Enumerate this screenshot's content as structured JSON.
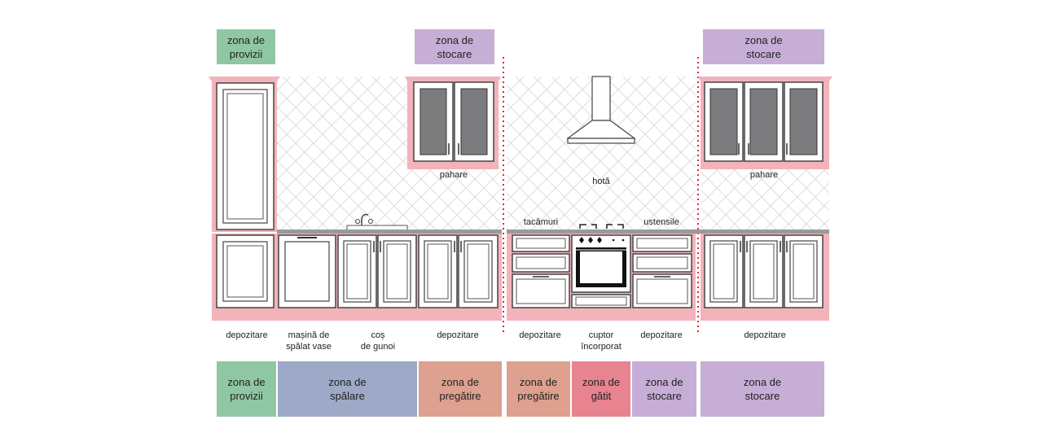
{
  "colors": {
    "provizii": "#8fc7a4",
    "spalare": "#9da9c6",
    "pregatire": "#dea08f",
    "gatit": "#e88390",
    "stocare": "#c6aed6",
    "cabinet_trim": "#f2b3bb",
    "divider": "#d6283c",
    "glass": "#7c7c7e"
  },
  "top_zones": {
    "provizii": "zona de\nprovizii",
    "stocare_left": "zona de\nstocare",
    "stocare_right": "zona de\nstocare"
  },
  "labels": {
    "pahare_left": "pahare",
    "pahare_right": "pahare",
    "hota": "hotă",
    "tacamuri": "tacâmuri",
    "ustensile": "ustensile"
  },
  "bottom_labels": [
    "depozitare",
    "mașină de\nspălat vase",
    "coș\nde gunoi",
    "depozitare",
    "depozitare",
    "cuptor\nîncorporat",
    "depozitare",
    "depozitare"
  ],
  "bottom_zones": [
    "zona de\nprovizii",
    "zona de\nspălare",
    "zona de\npregătire",
    "zona de\npregătire",
    "zona de\ngătit",
    "zona de\nstocare",
    "zona de\nstocare"
  ]
}
